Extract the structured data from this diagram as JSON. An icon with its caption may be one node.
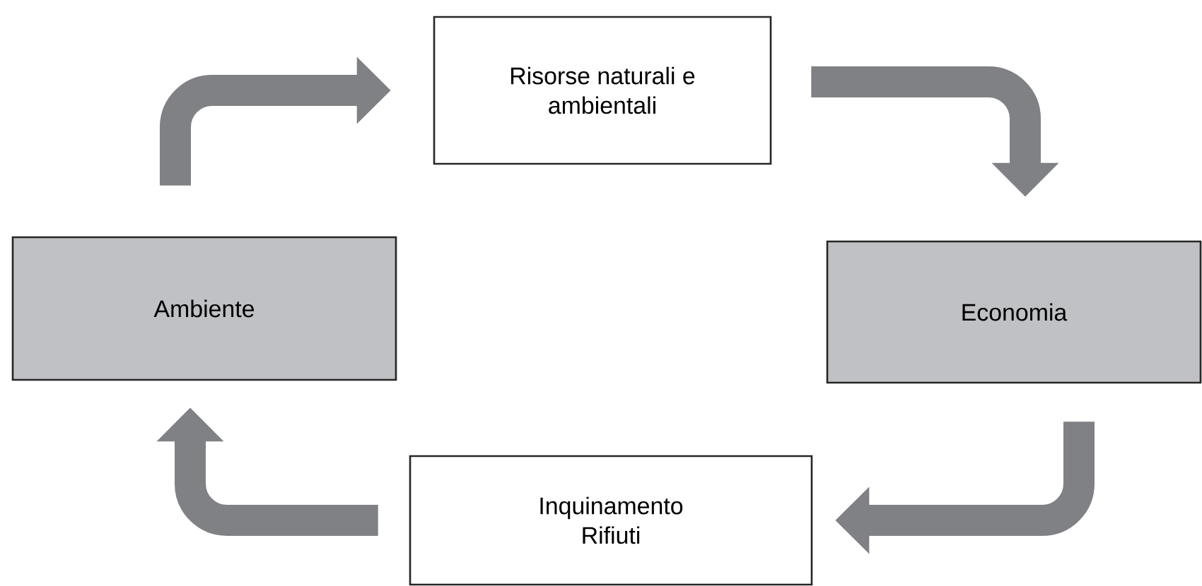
{
  "diagram": {
    "nodes": [
      {
        "text": [
          "Ambiente"
        ]
      },
      {
        "text": [
          "Risorse naturali e ambientali"
        ]
      },
      {
        "text": [
          "Economia"
        ]
      },
      {
        "text": [
          "Inquinamento Rifiuti"
        ]
      }
    ],
    "edges": [
      {
        "from": 0,
        "to": 1,
        "arrow": "to"
      },
      {
        "from": 1,
        "to": 2,
        "arrow": "to"
      },
      {
        "from": 2,
        "to": 3,
        "arrow": "to"
      },
      {
        "from": 3,
        "to": 0,
        "arrow": "to"
      }
    ]
  }
}
